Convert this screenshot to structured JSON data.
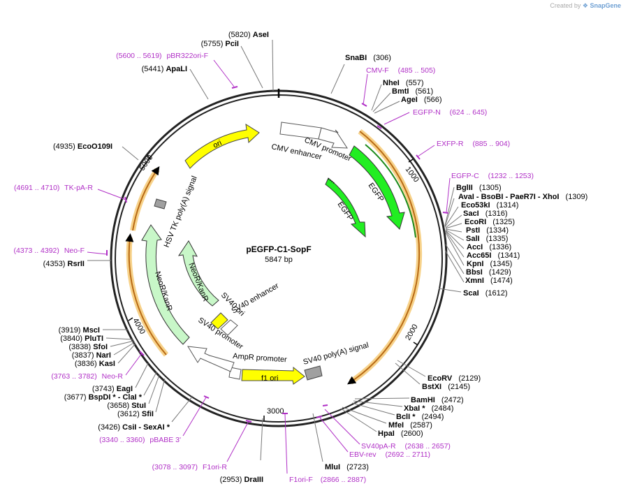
{
  "credit": {
    "prefix": "Created by",
    "brand": "SnapGene"
  },
  "plasmid": {
    "name": "pEGFP-C1-SopF",
    "size": "5847 bp"
  },
  "colors": {
    "primer": "#b02fc6",
    "egfp": "#22ee22",
    "neo": "#c8f7c8",
    "ori": "#ffff00",
    "promoter": "#ffffff",
    "polyA": "#a0a0a0",
    "orf": "#e3922d"
  },
  "ticks": [
    "1000",
    "2000",
    "3000",
    "4000",
    "5000"
  ],
  "features": [
    {
      "id": "cmv-enhancer",
      "label": "CMV enhancer"
    },
    {
      "id": "cmv-promoter",
      "label": "CMV promoter"
    },
    {
      "id": "egfp-outer",
      "label": "EGFP"
    },
    {
      "id": "egfp-inner",
      "label": "EGFP"
    },
    {
      "id": "sv40-polya",
      "label": "SV40 poly(A) signal"
    },
    {
      "id": "f1-ori",
      "label": "f1 ori"
    },
    {
      "id": "ampr-promoter",
      "label": "AmpR promoter"
    },
    {
      "id": "sv40-promoter",
      "label": "SV40 promoter"
    },
    {
      "id": "sv40-ori",
      "label": "SV40 ori"
    },
    {
      "id": "sv40-enhancer",
      "label": "SV40 enhancer"
    },
    {
      "id": "neokanr-inner",
      "label": "NeoR/KanR"
    },
    {
      "id": "neokanr-outer",
      "label": "NeoR/KanR"
    },
    {
      "id": "hsv-tk-polya",
      "label": "HSV TK poly(A) signal"
    },
    {
      "id": "ori",
      "label": "ori"
    }
  ],
  "enzymes": [
    {
      "pos": "(5820)",
      "name": "AseI"
    },
    {
      "pos": "(5755)",
      "name": "PciI"
    },
    {
      "pos": "(5441)",
      "name": "ApaLI"
    },
    {
      "pos": "(4935)",
      "name": "EcoO109I"
    },
    {
      "pos": "(4353)",
      "name": "RsrII"
    },
    {
      "pos": "(3919)",
      "name": "MscI"
    },
    {
      "pos": "(3840)",
      "name": "PluTI"
    },
    {
      "pos": "(3838)",
      "name": "SfoI"
    },
    {
      "pos": "(3837)",
      "name": "NarI"
    },
    {
      "pos": "(3836)",
      "name": "KasI"
    },
    {
      "pos": "(3743)",
      "name": "EagI"
    },
    {
      "pos": "(3677)",
      "name": "BspDI * - ClaI *"
    },
    {
      "pos": "(3658)",
      "name": "StuI"
    },
    {
      "pos": "(3612)",
      "name": "SfiI"
    },
    {
      "pos": "(3426)",
      "name": "CsiI - SexAI *"
    },
    {
      "pos": "(2953)",
      "name": "DraIII"
    },
    {
      "name": "SnaBI",
      "pos": "(306)"
    },
    {
      "name": "NheI",
      "pos": "(557)"
    },
    {
      "name": "BmtI",
      "pos": "(561)"
    },
    {
      "name": "AgeI",
      "pos": "(566)"
    },
    {
      "name": "BglII",
      "pos": "(1305)"
    },
    {
      "name": "AvaI - BsoBI - PaeR7I - XhoI",
      "pos": "(1309)"
    },
    {
      "name": "Eco53kI",
      "pos": "(1314)"
    },
    {
      "name": "SacI",
      "pos": "(1316)"
    },
    {
      "name": "EcoRI",
      "pos": "(1325)"
    },
    {
      "name": "PstI",
      "pos": "(1334)"
    },
    {
      "name": "SalI",
      "pos": "(1335)"
    },
    {
      "name": "AccI",
      "pos": "(1336)"
    },
    {
      "name": "Acc65I",
      "pos": "(1341)"
    },
    {
      "name": "KpnI",
      "pos": "(1345)"
    },
    {
      "name": "BbsI",
      "pos": "(1429)"
    },
    {
      "name": "XmnI",
      "pos": "(1474)"
    },
    {
      "name": "ScaI",
      "pos": "(1612)"
    },
    {
      "name": "EcoRV",
      "pos": "(2129)"
    },
    {
      "name": "BstXI",
      "pos": "(2145)"
    },
    {
      "name": "BamHI",
      "pos": "(2472)"
    },
    {
      "name": "XbaI *",
      "pos": "(2484)"
    },
    {
      "name": "BclI *",
      "pos": "(2494)"
    },
    {
      "name": "MfeI",
      "pos": "(2587)"
    },
    {
      "name": "HpaI",
      "pos": "(2600)"
    },
    {
      "name": "MluI",
      "pos": "(2723)"
    }
  ],
  "primers": [
    {
      "range": "(5600 .. 5619)",
      "name": "pBR322ori-F"
    },
    {
      "range": "(4691 .. 4710)",
      "name": "TK-pA-R"
    },
    {
      "range": "(4373 .. 4392)",
      "name": "Neo-F"
    },
    {
      "range": "(3763 .. 3782)",
      "name": "Neo-R"
    },
    {
      "range": "(3340 .. 3360)",
      "name": "pBABE 3'"
    },
    {
      "range": "(3078 .. 3097)",
      "name": "F1ori-R"
    },
    {
      "name": "F1ori-F",
      "range": "(2866 .. 2887)"
    },
    {
      "name": "CMV-F",
      "range": "(485 .. 505)"
    },
    {
      "name": "EGFP-N",
      "range": "(624 .. 645)"
    },
    {
      "name": "EXFP-R",
      "range": "(885 .. 904)"
    },
    {
      "name": "EGFP-C",
      "range": "(1232 .. 1253)"
    },
    {
      "name": "SV40pA-R",
      "range": "(2638 .. 2657)"
    },
    {
      "name": "EBV-rev",
      "range": "(2692 .. 2711)"
    }
  ]
}
